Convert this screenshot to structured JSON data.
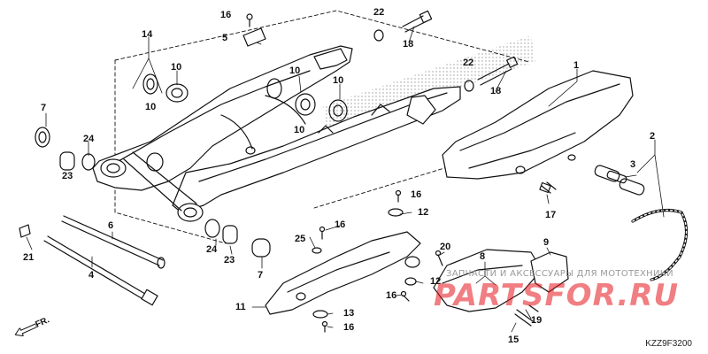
{
  "figure_code": "KZZ9F3200",
  "front_label": "FR.",
  "watermark": {
    "line1": "ЗАПЧАСТИ И АКСЕССУАРЫ ДЛЯ МОТОТЕХНИКИ",
    "line2": "PARTSFOR.RU",
    "color": "#e3141c"
  },
  "callouts": [
    {
      "id": "c16a",
      "label": "16"
    },
    {
      "id": "c5",
      "label": "5"
    },
    {
      "id": "c14",
      "label": "14"
    },
    {
      "id": "c10a",
      "label": "10"
    },
    {
      "id": "c10b",
      "label": "10"
    },
    {
      "id": "c10c",
      "label": "10"
    },
    {
      "id": "c10d",
      "label": "10"
    },
    {
      "id": "c10e",
      "label": "10"
    },
    {
      "id": "c7a",
      "label": "7"
    },
    {
      "id": "c24a",
      "label": "24"
    },
    {
      "id": "c23a",
      "label": "23"
    },
    {
      "id": "c22a",
      "label": "22"
    },
    {
      "id": "c18a",
      "label": "18"
    },
    {
      "id": "c22b",
      "label": "22"
    },
    {
      "id": "c18b",
      "label": "18"
    },
    {
      "id": "c1",
      "label": "1"
    },
    {
      "id": "c2",
      "label": "2"
    },
    {
      "id": "c3",
      "label": "3"
    },
    {
      "id": "c17",
      "label": "17"
    },
    {
      "id": "c16b",
      "label": "16"
    },
    {
      "id": "c12a",
      "label": "12"
    },
    {
      "id": "c16c",
      "label": "16"
    },
    {
      "id": "c25",
      "label": "25"
    },
    {
      "id": "c6",
      "label": "6"
    },
    {
      "id": "c21",
      "label": "21"
    },
    {
      "id": "c4",
      "label": "4"
    },
    {
      "id": "c24b",
      "label": "24"
    },
    {
      "id": "c23b",
      "label": "23"
    },
    {
      "id": "c7b",
      "label": "7"
    },
    {
      "id": "c11",
      "label": "11"
    },
    {
      "id": "c13",
      "label": "13"
    },
    {
      "id": "c16d",
      "label": "16"
    },
    {
      "id": "c20",
      "label": "20"
    },
    {
      "id": "c12b",
      "label": "12"
    },
    {
      "id": "c16e",
      "label": "16"
    },
    {
      "id": "c8",
      "label": "8"
    },
    {
      "id": "c9",
      "label": "9"
    },
    {
      "id": "c19",
      "label": "19"
    },
    {
      "id": "c15",
      "label": "15"
    }
  ]
}
